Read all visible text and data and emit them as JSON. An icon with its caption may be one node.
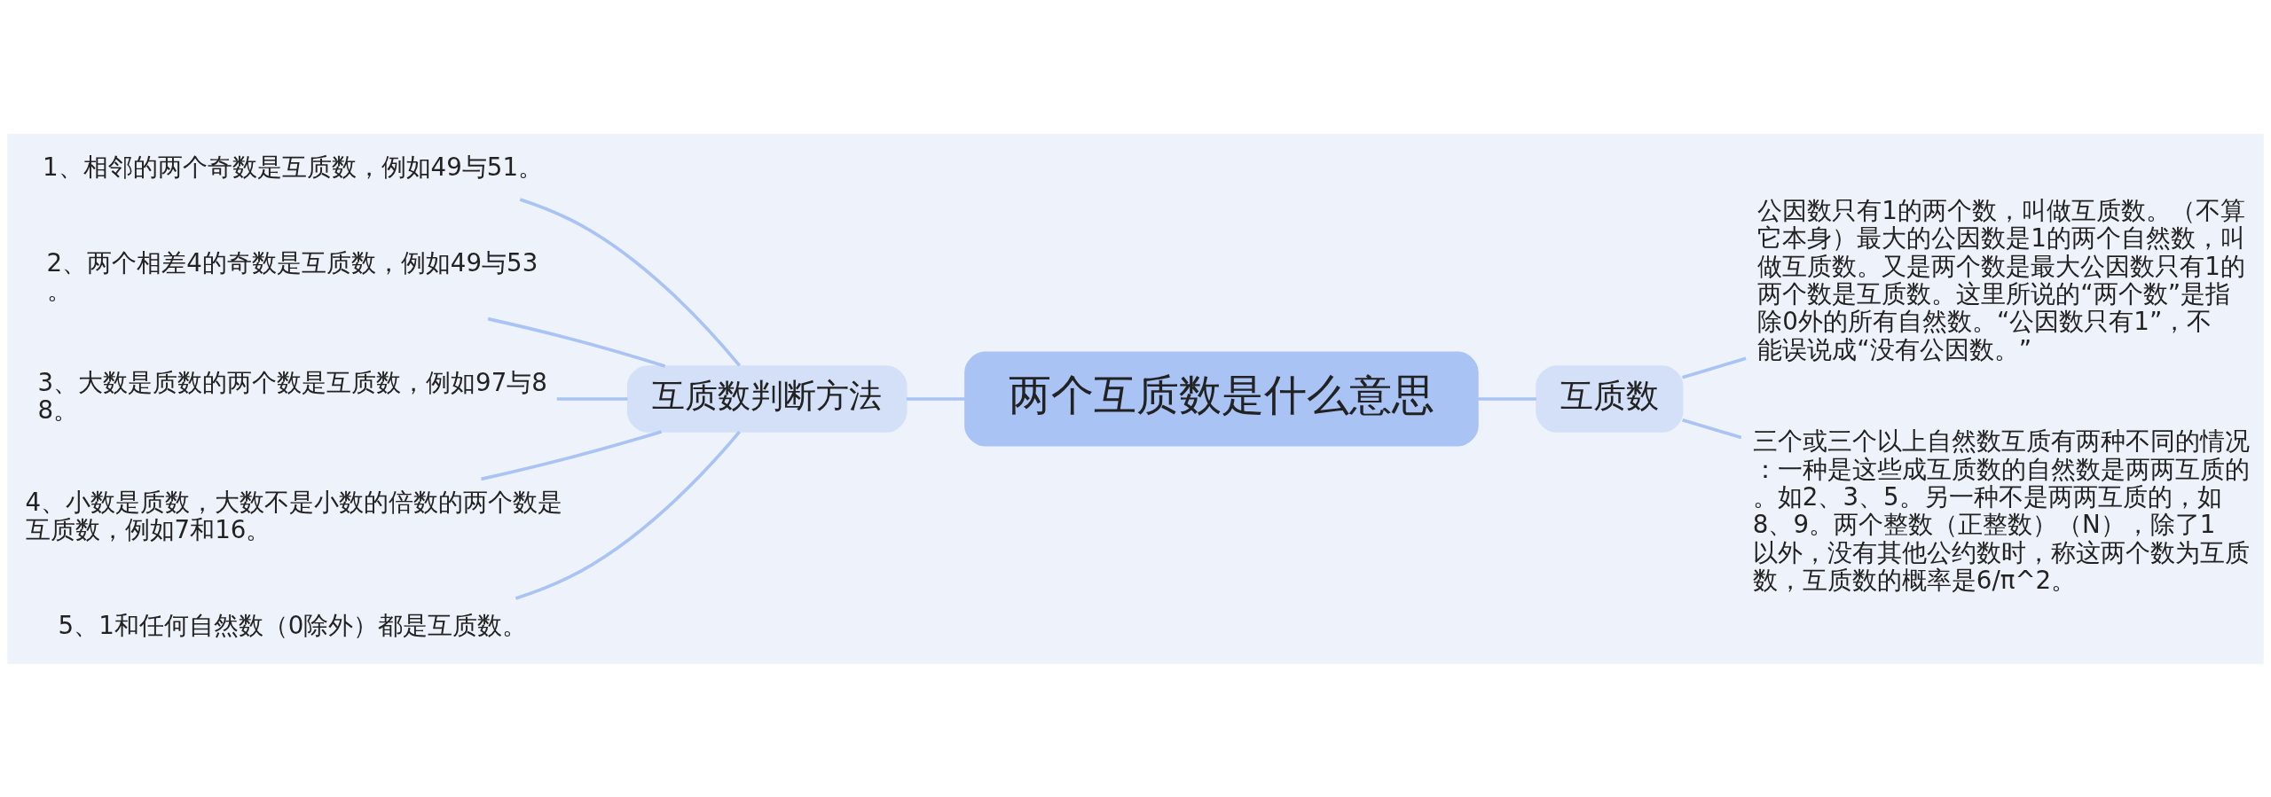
{
  "diagram": {
    "nodes": [
      {
        "text": [
          "两个互质数是什么意思"
        ]
      },
      {
        "text": [
          "互质数判断方法"
        ]
      },
      {
        "text": [
          "互质数"
        ]
      },
      {
        "text": [
          "1、相邻的两个奇数是互质数，例如49与51。"
        ]
      },
      {
        "text": [
          "2、两个相差4的奇数是互质数，例如49与53。"
        ]
      },
      {
        "text": [
          "3、大数是质数的两个数是互质数，例如97与88。"
        ]
      },
      {
        "text": [
          "4、小数是质数，大数不是小数的倍数的两个数是互质数，例如7和16。"
        ]
      },
      {
        "text": [
          "5、1和任何自然数（0除外）都是互质数。"
        ]
      },
      {
        "text": [
          "公因数只有1的两个数，叫做互质数。（不算它本身）最大的公因数是1的两个自然数，叫做互质数。又是两个数是最大公因数只有1的两个数是互质数。这里所说的“两个数”是指除0外的所有自然数。“公因数只有1”，不能误说成“没有公因数。”"
        ]
      },
      {
        "text": [
          "三个或三个以上自然数互质有两种不同的情况：一种是这些成互质数的自然数是两两互质的。如2、3、5。另一种不是两两互质的，如8、9。两个整数（正整数）（N），除了1以外，没有其他公约数时，称这两个数为互质数，互质数的概率是6/π^2。"
        ]
      }
    ],
    "edges": [
      {
        "from": 0,
        "to": 1,
        "arrow": "none"
      },
      {
        "from": 0,
        "to": 2,
        "arrow": "none"
      },
      {
        "from": 1,
        "to": 3,
        "arrow": "none"
      },
      {
        "from": 1,
        "to": 4,
        "arrow": "none"
      },
      {
        "from": 1,
        "to": 5,
        "arrow": "none"
      },
      {
        "from": 1,
        "to": 6,
        "arrow": "none"
      },
      {
        "from": 1,
        "to": 7,
        "arrow": "none"
      },
      {
        "from": 2,
        "to": 8,
        "arrow": "none"
      },
      {
        "from": 2,
        "to": 9,
        "arrow": "none"
      }
    ]
  }
}
